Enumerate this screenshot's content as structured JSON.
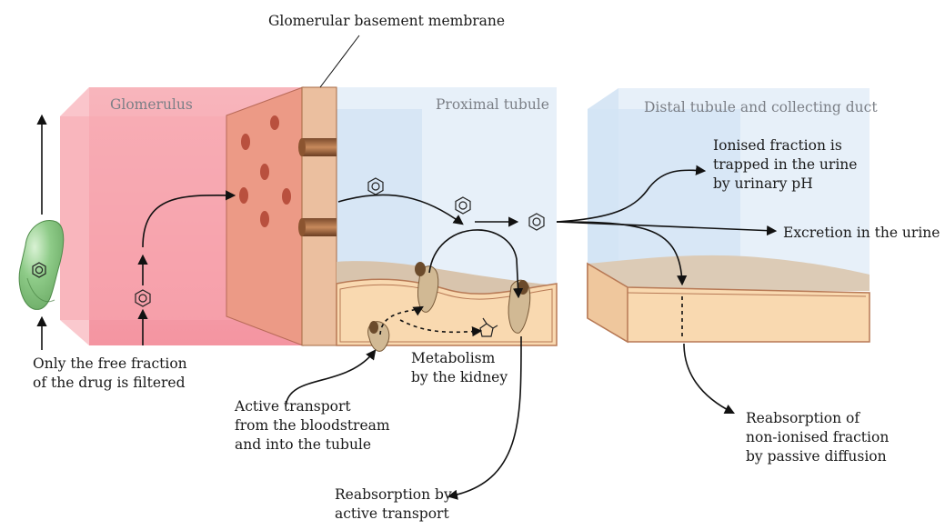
{
  "regions": {
    "glomerulus": "Glomerulus",
    "proximal_tubule": "Proximal tubule",
    "distal_tubule": "Distal tubule and collecting duct"
  },
  "labels": {
    "basement_membrane": "Glomerular basement membrane",
    "free_fraction": [
      "Only the free fraction",
      "of the drug is filtered"
    ],
    "active_transport_in": [
      "Active transport",
      "from the bloodstream",
      "and into the tubule"
    ],
    "metabolism": [
      "Metabolism",
      "by the kidney"
    ],
    "reabsorption_active": [
      "Reabsorption by",
      "active transport"
    ],
    "ionised": [
      "Ionised fraction is",
      "trapped in the urine",
      "by urinary pH"
    ],
    "excretion": "Excretion in the urine",
    "reabsorption_passive": [
      "Reabsorption of",
      "non-ionised fraction",
      "by passive diffusion"
    ]
  },
  "colors": {
    "glomerulus": "#f7a1ab",
    "membrane": "#ebbf9f",
    "tubule": "#e6eff8",
    "tissue": "#f9d9b0",
    "cell": "#8ec98a"
  }
}
